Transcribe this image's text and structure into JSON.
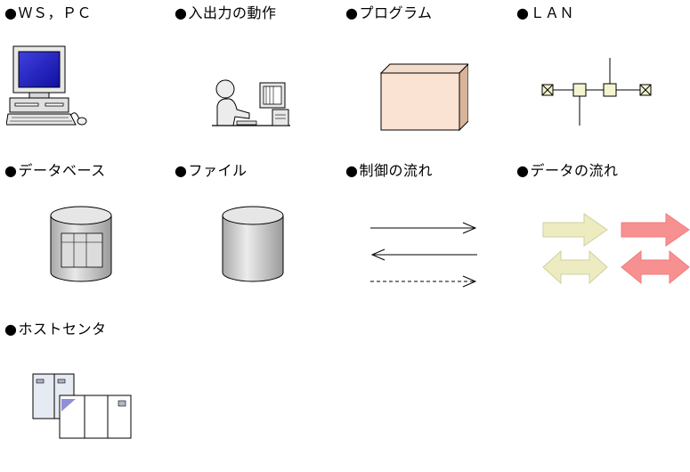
{
  "bullet": "●",
  "items": [
    {
      "id": "ws-pc",
      "label": "ＷＳ，ＰＣ",
      "icon": "computer-icon"
    },
    {
      "id": "io-operation",
      "label": "入出力の動作",
      "icon": "operator-at-computer-icon"
    },
    {
      "id": "program",
      "label": "プログラム",
      "icon": "box-icon"
    },
    {
      "id": "lan",
      "label": "ＬＡＮ",
      "icon": "network-icon"
    },
    {
      "id": "database",
      "label": "データベース",
      "icon": "database-cylinder-icon"
    },
    {
      "id": "file",
      "label": "ファイル",
      "icon": "file-cylinder-icon"
    },
    {
      "id": "control-flow",
      "label": "制御の流れ",
      "icon": "control-flow-arrows-icon"
    },
    {
      "id": "data-flow",
      "label": "データの流れ",
      "icon": "data-flow-arrows-icon"
    },
    {
      "id": "host-center",
      "label": "ホストセンタ",
      "icon": "mainframe-icon"
    }
  ],
  "colors": {
    "monitor_screen": "#3a3ad0",
    "program_box": "#fbe3d3",
    "data_arrow_light": "#ececc0",
    "data_arrow_red": "#f79191",
    "cylinder_gray": "#d4d4d4"
  }
}
